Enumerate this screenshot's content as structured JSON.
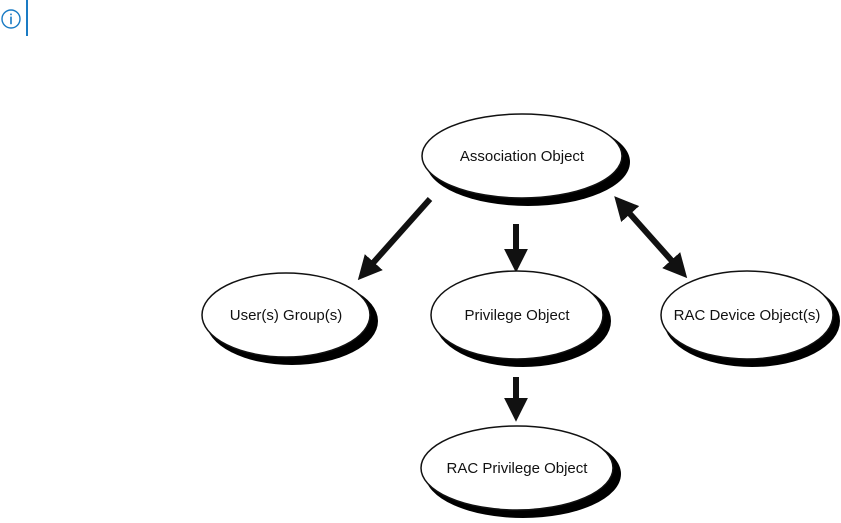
{
  "colors": {
    "accent": "#1a7bc4",
    "ink": "#111111",
    "shadow": "#000000",
    "fill": "#ffffff"
  },
  "note": {
    "icon": "info-icon"
  },
  "diagram": {
    "nodes": {
      "association": "Association Object",
      "users_groups": "User(s) Group(s)",
      "privilege": "Privilege Object",
      "rac_device": "RAC Device Object(s)",
      "rac_privilege": "RAC Privilege Object"
    },
    "arrows": [
      {
        "from": "association",
        "to": "users_groups",
        "direction": "forward"
      },
      {
        "from": "association",
        "to": "privilege",
        "direction": "forward"
      },
      {
        "from": "association",
        "to": "rac_device",
        "direction": "both"
      },
      {
        "from": "privilege",
        "to": "rac_privilege",
        "direction": "forward"
      }
    ]
  }
}
